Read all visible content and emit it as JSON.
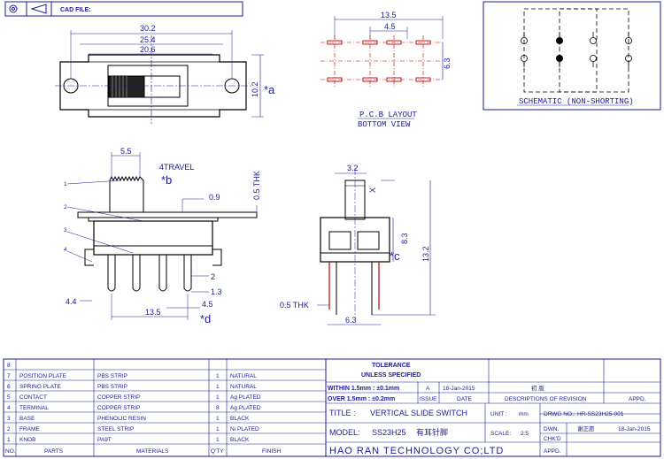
{
  "header": {
    "cad_file_label": "CAD FILE:"
  },
  "top_view": {
    "dims": {
      "d302": "30.2",
      "d254": "25.4",
      "d206": "20.6",
      "d102": "10.2",
      "a": "*a"
    }
  },
  "pcb": {
    "dims": {
      "d135": "13.5",
      "d45": "4.5",
      "d63": "6.3"
    },
    "title": "P.C.B LAYOUT",
    "subtitle": "BOTTOM VIEW"
  },
  "schematic": {
    "label": "SCHEMATIC (NON-SHORTING)"
  },
  "side_view": {
    "dims": {
      "d55": "5.5",
      "travel": "4TRAVEL",
      "b": "*b",
      "d09": "0.9",
      "thk": "0.5 THK",
      "d2": "2",
      "d13": "1.3",
      "d44": "4.4",
      "d45": "4.5",
      "d135": "13.5",
      "d": "*d"
    },
    "callouts": [
      "1",
      "2",
      "3",
      "4"
    ]
  },
  "end_view": {
    "dims": {
      "d32": "3.2",
      "x": "X",
      "d83": "8.3",
      "c": "*c",
      "d132": "13.2",
      "thk": "0.5 THK",
      "d63": "6.3"
    }
  },
  "bom": {
    "rows": [
      {
        "no": "8",
        "part": "",
        "material": "",
        "qty": "",
        "finish": ""
      },
      {
        "no": "7",
        "part": "POSITION PLATE",
        "material": "PBS STRIP",
        "qty": "1",
        "finish": "NATURAL"
      },
      {
        "no": "6",
        "part": "SPRING PLATE",
        "material": "PBS STRIP",
        "qty": "1",
        "finish": "NATURAL"
      },
      {
        "no": "5",
        "part": "CONTACT",
        "material": "COPPER STRIP",
        "qty": "1",
        "finish": "Ag PLATED"
      },
      {
        "no": "4",
        "part": "TERMINAL",
        "material": "COPPER STRIP",
        "qty": "8",
        "finish": "Ag PLATED"
      },
      {
        "no": "3",
        "part": "BASE",
        "material": "PHENOLIC RESIN",
        "qty": "1",
        "finish": "BLACK"
      },
      {
        "no": "2",
        "part": "FRAME",
        "material": "STEEL STRIP",
        "qty": "1",
        "finish": "Ni PLATED"
      },
      {
        "no": "1",
        "part": "KNOB",
        "material": "PA9T",
        "qty": "1",
        "finish": "BLACK"
      }
    ],
    "headers": {
      "no": "NO.",
      "part": "PARTS",
      "material": "MATERIALS",
      "qty": "Q'TY",
      "finish": "FINISH"
    }
  },
  "title_block": {
    "tolerance": "TOLERANCE",
    "unless": "UNLESS  SPECIFIED",
    "within": "WITHIN 1.5mm : ±0.1mm",
    "over": "OVER  1.5mm : ±0.2mm",
    "rev_letter": "A",
    "rev_date": "18-Jan-2015",
    "rev_desc": "初  版",
    "issue": "ISSUE",
    "date": "DATE",
    "desc_header": "DESCRIPTIONS OF REVISION",
    "appd": "APPD.",
    "title_label": "TITLE :",
    "title_value": "VERTICAL SLIDE SWITCH",
    "unit_label": "UNIT :",
    "unit_value": "mm",
    "drwg_label": "DRWG NO.:",
    "drwg_value": "HR-SS23H25-001",
    "model_label": "MODEL:",
    "model_value": "SS23H25",
    "model_cn": "有耳针脚",
    "scale_label": "SCALE:",
    "scale_value": "2:5",
    "chk": "CHK'D",
    "dwn": "DWN.",
    "dwn_name": "谢正愿",
    "dwn_date": "18-Jan-2015",
    "company": "HAO RAN TECHNOLOGY CO;LTD",
    "appd2": "APPD."
  }
}
